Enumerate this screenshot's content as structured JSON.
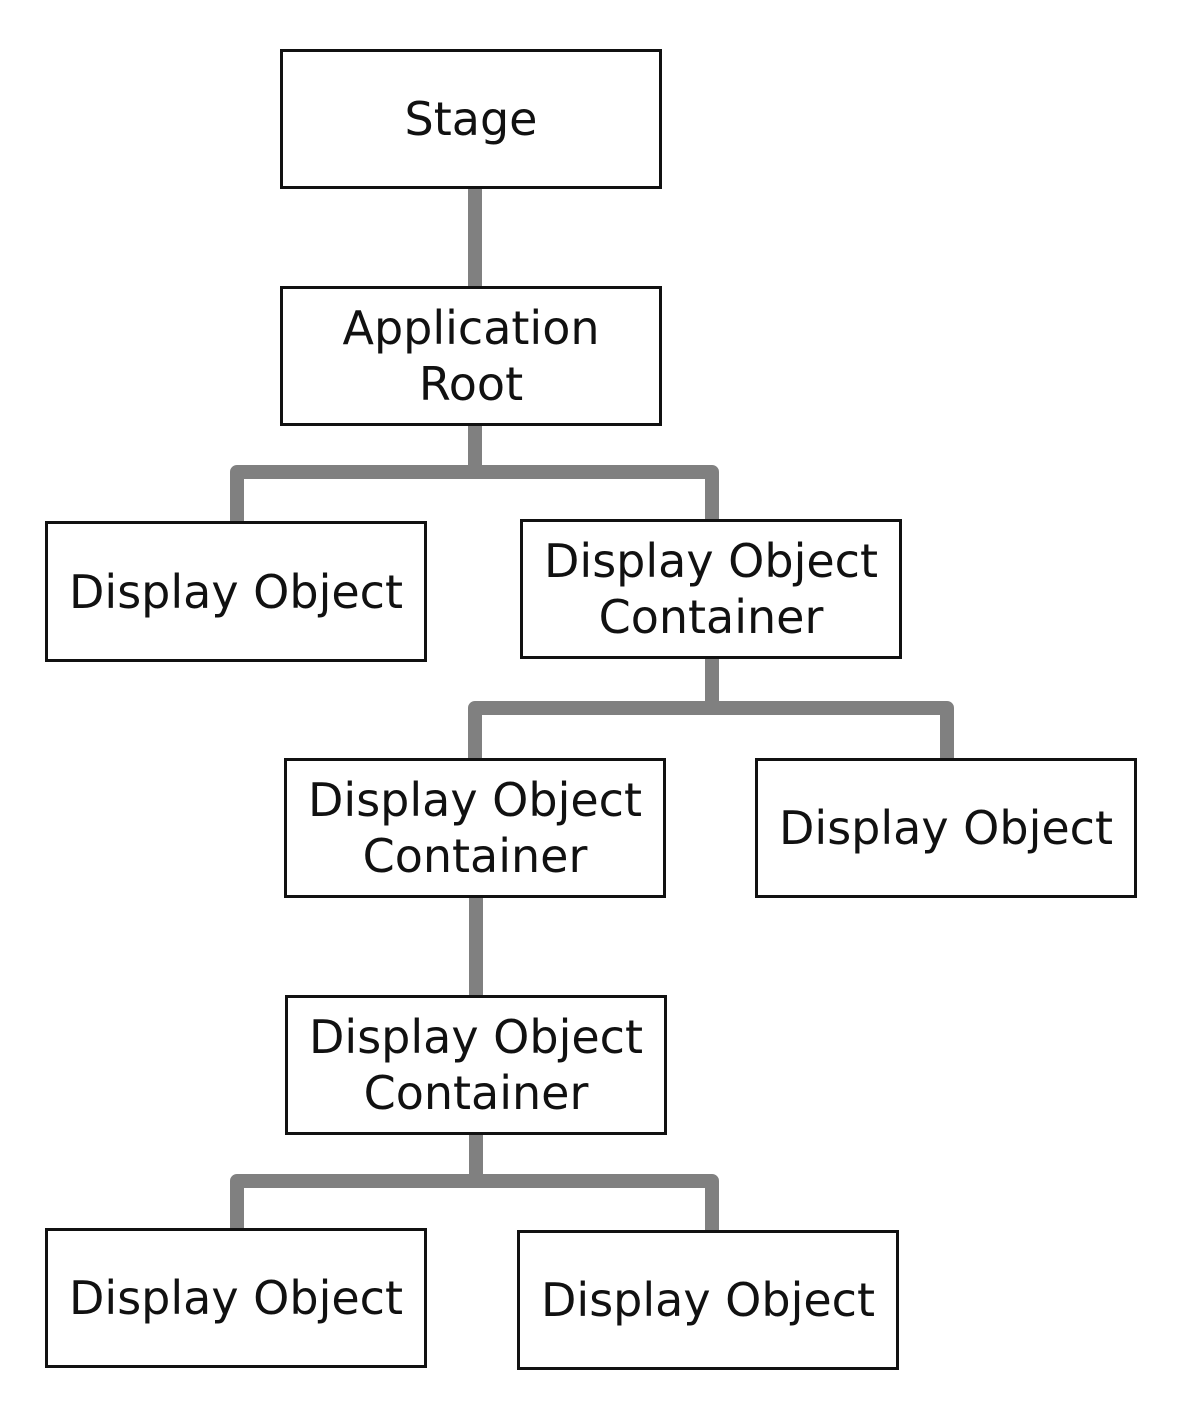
{
  "colors": {
    "connector": "#808080",
    "box_border": "#111111",
    "text": "#111111",
    "background": "#ffffff"
  },
  "nodes": {
    "stage": {
      "lines": [
        "Stage"
      ]
    },
    "app_root": {
      "lines": [
        "Application",
        "Root"
      ]
    },
    "display_object_1": {
      "lines": [
        "Display Object"
      ]
    },
    "container_1": {
      "lines": [
        "Display Object",
        "Container"
      ]
    },
    "container_2": {
      "lines": [
        "Display Object",
        "Container"
      ]
    },
    "display_object_2": {
      "lines": [
        "Display Object"
      ]
    },
    "container_3": {
      "lines": [
        "Display Object",
        "Container"
      ]
    },
    "display_object_3": {
      "lines": [
        "Display Object"
      ]
    },
    "display_object_4": {
      "lines": [
        "Display Object"
      ]
    }
  }
}
